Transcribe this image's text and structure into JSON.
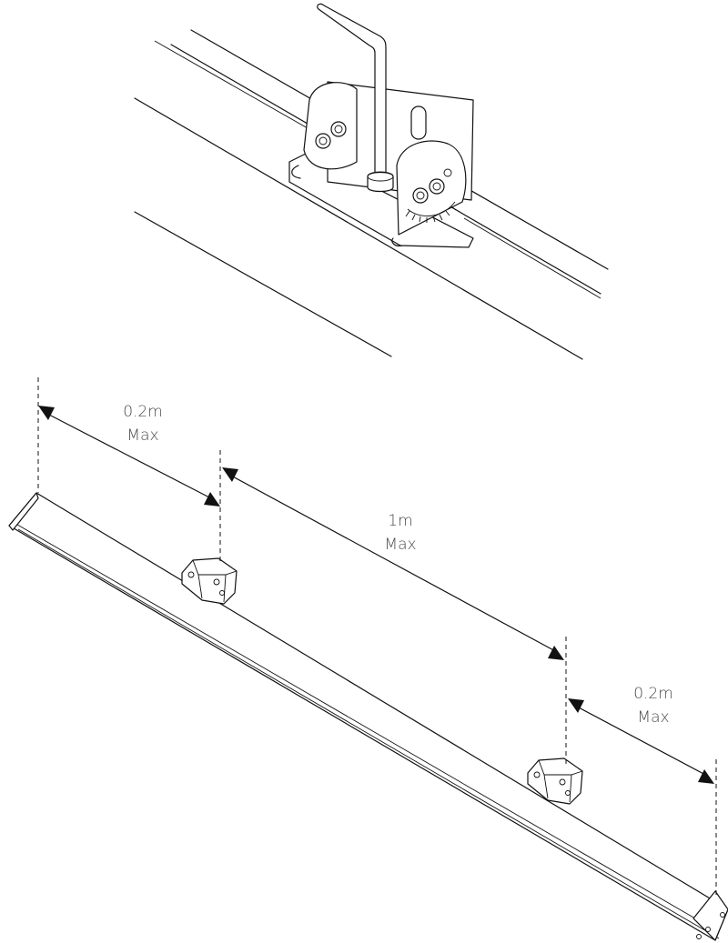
{
  "detail": {
    "name": "bracket-detail-closeup"
  },
  "dimensions": [
    {
      "value": "0.2m",
      "qualifier": "Max"
    },
    {
      "value": "1m",
      "qualifier": "Max"
    },
    {
      "value": "0.2m",
      "qualifier": "Max"
    }
  ],
  "colors": {
    "line": "#111111",
    "label": "#4a4a4a",
    "background": "#ffffff"
  }
}
